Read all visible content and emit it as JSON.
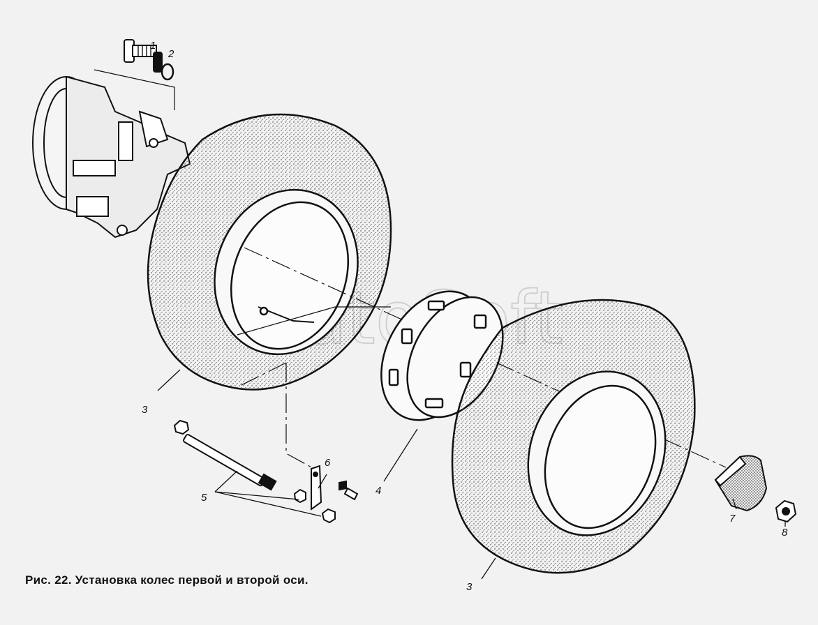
{
  "caption": "Рис. 22. Установка колес первой и второй оси.",
  "watermark": "AutoSoft",
  "callouts": {
    "c1": "1",
    "c2": "2",
    "c3a": "3",
    "c3b": "3",
    "c4": "4",
    "c5": "5",
    "c6": "6",
    "c7": "7",
    "c8": "8"
  },
  "colors": {
    "background": "#f2f2f2",
    "ink": "#111111",
    "watermark": "#d0d0d0"
  }
}
